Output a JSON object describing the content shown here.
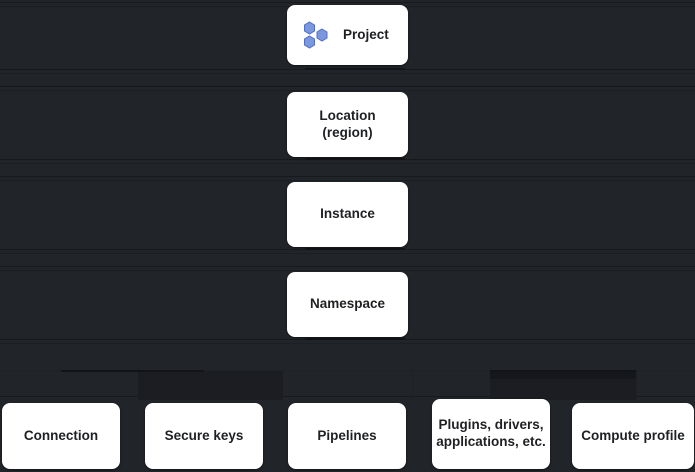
{
  "diagram": {
    "background_color": "#212429",
    "node_fill": "#ffffff",
    "node_text_color": "#1f2023",
    "accent_color": "#5b7fd4",
    "levels": [
      {
        "name": "level-project",
        "nodes": [
          {
            "id": "project",
            "label": "Project",
            "icon": "hexagon-cluster-icon"
          }
        ]
      },
      {
        "name": "level-location",
        "nodes": [
          {
            "id": "location",
            "label": "Location\n(region)"
          }
        ]
      },
      {
        "name": "level-instance",
        "nodes": [
          {
            "id": "instance",
            "label": "Instance"
          }
        ]
      },
      {
        "name": "level-namespace",
        "nodes": [
          {
            "id": "namespace",
            "label": "Namespace"
          }
        ]
      },
      {
        "name": "level-resources",
        "nodes": [
          {
            "id": "connection",
            "label": "Connection"
          },
          {
            "id": "secure-keys",
            "label": "Secure keys"
          },
          {
            "id": "pipelines",
            "label": "Pipelines"
          },
          {
            "id": "plugins",
            "label": "Plugins, drivers,\napplications, etc."
          },
          {
            "id": "compute-profile",
            "label": "Compute profile"
          }
        ]
      }
    ]
  }
}
